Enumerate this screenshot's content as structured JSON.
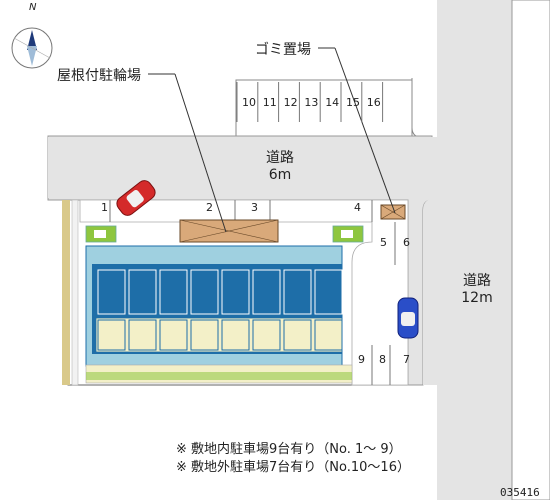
{
  "compass": {
    "label": "N"
  },
  "labels": {
    "roofed_bike_parking": "屋根付駐輪場",
    "garbage_area": "ゴミ置場",
    "road_top_name": "道路",
    "road_top_width": "6m",
    "road_right_name": "道路",
    "road_right_width": "12m"
  },
  "offsite_spaces": [
    "10",
    "11",
    "12",
    "13",
    "14",
    "15",
    "16"
  ],
  "onsite_spaces": {
    "s1": "1",
    "s2": "2",
    "s3": "3",
    "s4": "4",
    "s5": "5",
    "s6": "6",
    "s7": "7",
    "s8": "8",
    "s9": "9"
  },
  "notes": {
    "line1": "※ 敷地内駐車場9台有り（No. 1～ 9）",
    "line2": "※ 敷地外駐車場7台有り（No.10～16）"
  },
  "property_code": "035416",
  "colors": {
    "road": "#e4e4e4",
    "building": "#1e6ea8",
    "garden": "#f3f0c8",
    "car_red": "#d42a2a",
    "car_blue": "#2a4ec8"
  }
}
